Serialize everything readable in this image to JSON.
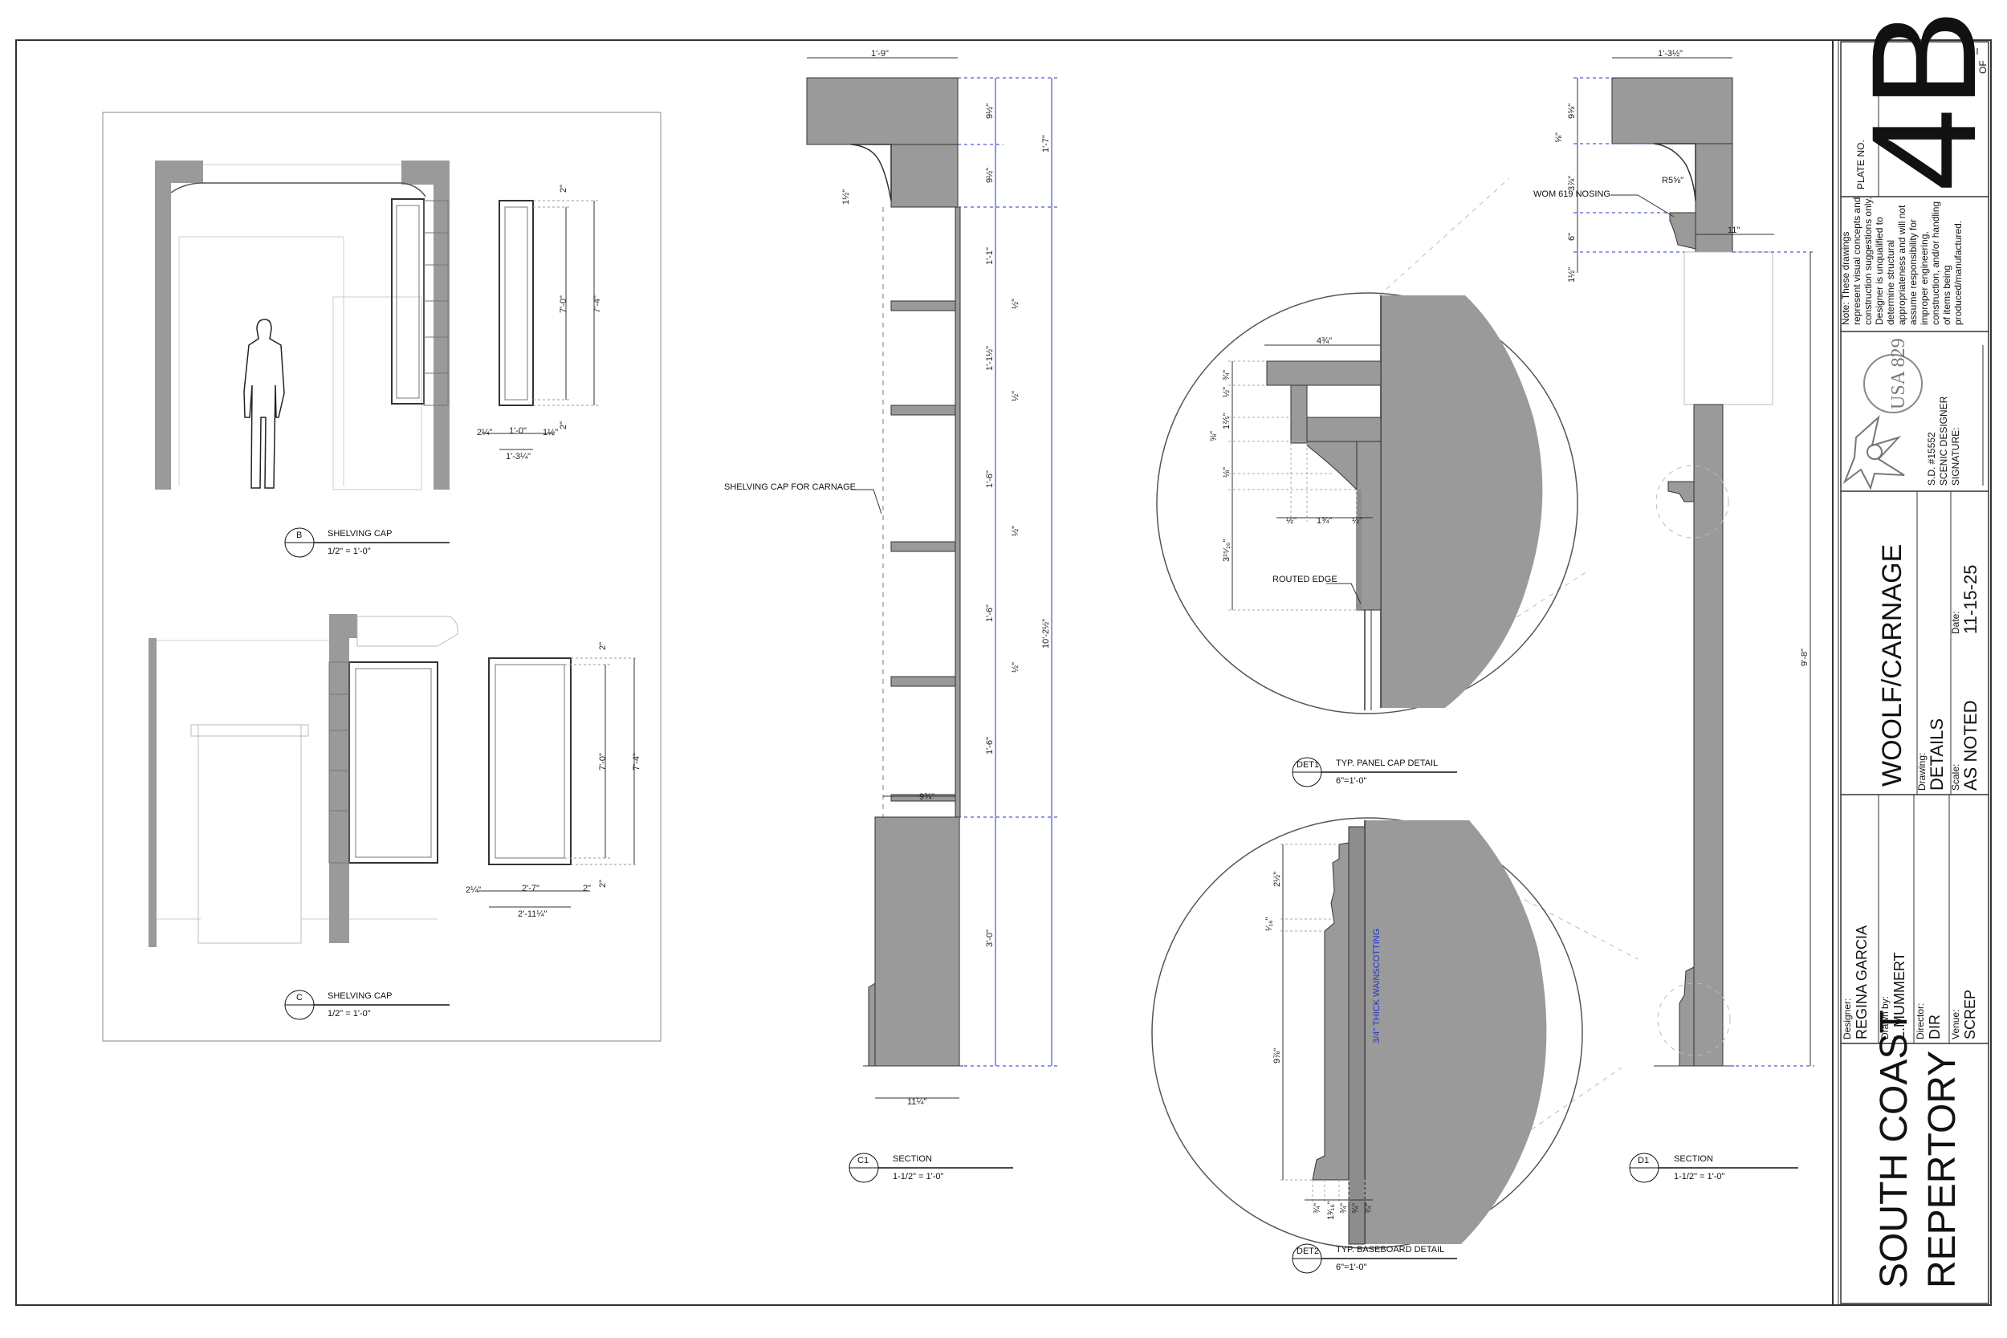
{
  "title_block": {
    "plate_label": "PLATE NO.",
    "plate_number": "4B",
    "plate_of": "OF",
    "note": [
      "Note: These drawings",
      "represent visual concepts and",
      "construction suggestions only.",
      "Designer is unqualified to",
      "determine structural",
      "appropriateness and will not",
      "assume responsibility for",
      "improper engineering,",
      "construction, and/or handling",
      "of items being",
      "produced/manufactured."
    ],
    "union_logo": "USA 829",
    "sd_number": "S.D. #15552",
    "designer_title": "SCENIC DESIGNER",
    "signature_label": "SIGNATURE:",
    "production": "WOOLF/CARNAGE",
    "drawing_label": "Drawing:",
    "drawing": "DETAILS",
    "scale_label": "Scale:",
    "scale": "AS NOTED",
    "date_label": "Date:",
    "date": "11-15-25",
    "designer_label": "Designer:",
    "designer": "REGINA GARCIA",
    "drawn_label": "Drawn by:",
    "drawn_by": "L.MUMMERT",
    "director_label": "Director:",
    "director": "DIR",
    "venue_label": "Venue:",
    "venue": "SCREP",
    "theatre_line1": "SOUTH COAST",
    "theatre_line2": "REPERTORY"
  },
  "details": {
    "b": {
      "tag": "B",
      "title": "SHELVING CAP",
      "scale": "1/2\" = 1'-0\""
    },
    "c": {
      "tag": "C",
      "title": "SHELVING CAP",
      "scale": "1/2\" = 1'-0\""
    },
    "c1": {
      "tag": "C1",
      "title": "SECTION",
      "scale": "1-1/2\" = 1'-0\""
    },
    "d1": {
      "tag": "D1",
      "title": "SECTION",
      "scale": "1-1/2\" = 1'-0\""
    },
    "det1": {
      "tag": "DET1",
      "title": "TYP. PANEL CAP DETAIL",
      "scale": "6\"=1'-0\""
    },
    "det2": {
      "tag": "DET2",
      "title": "TYP. BASEBOARD DETAIL",
      "scale": "6\"=1'-0\""
    }
  },
  "callouts": {
    "shelving_cap": "SHELVING CAP FOR CARNAGE",
    "nosing": "WOM 619 NOSING",
    "routed_edge": "ROUTED EDGE",
    "wainscot": "3/4\" THICK WAINSCOTTING"
  },
  "dims": {
    "b_2": "2\"",
    "b_7_0": "7'-0\"",
    "b_7_4": "7'-4\"",
    "b_2l": "2¼\"",
    "b_1_0": "1'-0\"",
    "b_1h": "1½\"",
    "b_2b": "2\"",
    "b_1_3": "1'-3¼\"",
    "c_2": "2\"",
    "c_7_0": "7'-0\"",
    "c_7_4": "7'-4\"",
    "c_2l": "2¼\"",
    "c_2_7": "2'-7\"",
    "c_2b": "2\"",
    "c_2_11": "2'-11¼\"",
    "c1_top": "1'-9\"",
    "c1_9a": "9½\"",
    "c1_9b": "9½\"",
    "c1_1_7": "1'-7\"",
    "c1_1_1": "1'-1\"",
    "c1_s1": "½\"",
    "c1_1_1h": "1'-1½\"",
    "c1_s2": "½\"",
    "c1_1_6a": "1'-6\"",
    "c1_s3": "½\"",
    "c1_1_6b": "1'-6\"",
    "c1_s4": "½\"",
    "c1_1_6c": "1'-6\"",
    "c1_10_2": "10'-2½\"",
    "c1_3_0": "3'-0\"",
    "c1_9q": "9¾\"",
    "c1_11": "11¼\"",
    "c1_left": "1½\"",
    "d1_top": "1'-3½\"",
    "d1_9a": "9⅝\"",
    "d1_5_8": "⅝\"",
    "d1_3": "3⅞\"",
    "d1_r": "R5⅝\"",
    "d1_6": "6\"",
    "d1_11": "11\"",
    "d1_1h": "1½\"",
    "d1_9_8": "9'-8\"",
    "det1_4": "4¾\"",
    "det1_a": "¾\"",
    "det1_b": "½\"",
    "det1_c": "1⅖\"",
    "det1_d": "⅝\"",
    "det1_e": "⅛\"",
    "det1_f": "½\"",
    "det1_g": "1¾\"",
    "det1_h": "½\"",
    "det1_i": "3¹⁵⁄₁₆\"",
    "det2_a": "2½\"",
    "det2_b": "¹⁄₁₆\"",
    "det2_c": "9⅞\"",
    "det2_d": "¾\"",
    "det2_e": "1³⁄₁₆\"",
    "det2_f": "¾\"",
    "det2_g": "¾\"",
    "det2_h": "¾\""
  },
  "colors": {
    "line": "#1a1a1a",
    "fill": "#9a9a9a",
    "fill_dark": "#8d8d8d",
    "light": "#cfcfcf",
    "dim_blue": "#2233cc"
  }
}
